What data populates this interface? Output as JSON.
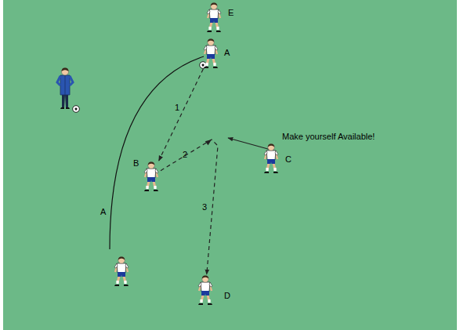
{
  "diagram": {
    "nodes": [
      {
        "text": [
          "E"
        ]
      },
      {
        "text": [
          "A"
        ]
      },
      {
        "text": [
          "B"
        ]
      },
      {
        "text": [
          "C"
        ]
      },
      {
        "text": [
          "D"
        ]
      }
    ],
    "edges": [
      {
        "from": 1,
        "to": 2,
        "arrow": "to",
        "label": "1"
      },
      {
        "from": 2,
        "to": 4,
        "arrow": "to"
      }
    ],
    "labels": [
      "A",
      "2",
      "3",
      "Make yourself Available!"
    ]
  }
}
